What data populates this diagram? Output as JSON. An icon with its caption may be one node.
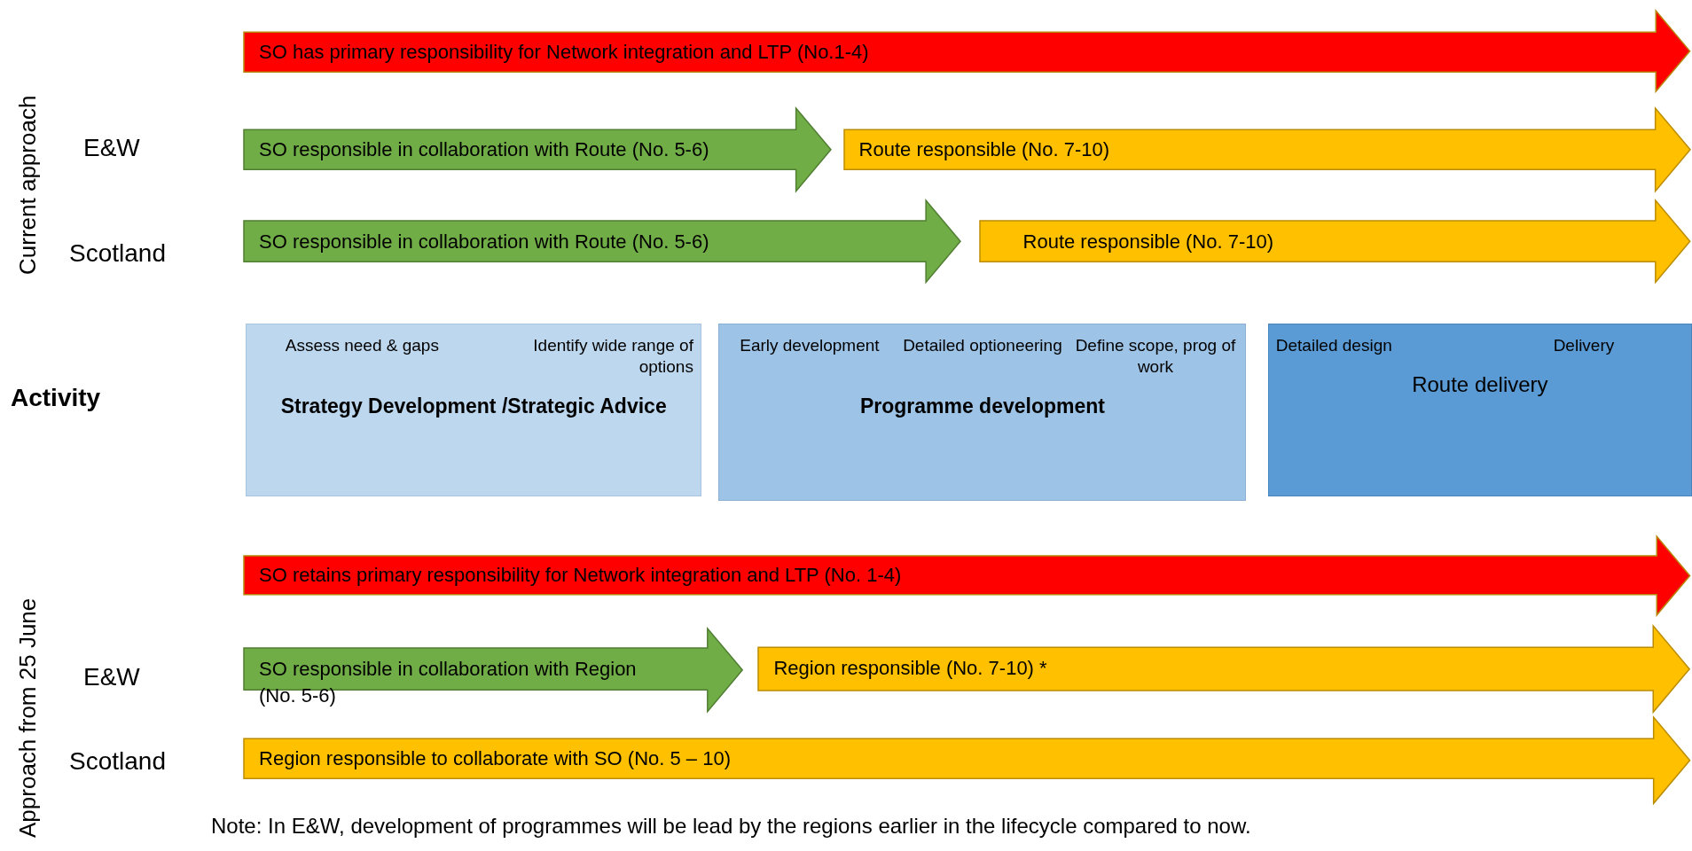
{
  "diagram": {
    "nodes": [
      {
        "text": [
          "SO has primary responsibility for Network integration and LTP (No.1-4)"
        ]
      },
      {
        "text": [
          "SO responsible in collaboration with Route (No. 5-6)"
        ]
      },
      {
        "text": [
          "Route responsible (No. 7-10)"
        ]
      },
      {
        "text": [
          "SO responsible in collaboration with Route (No. 5-6)"
        ]
      },
      {
        "text": [
          "Route responsible (No. 7-10)"
        ]
      },
      {
        "text": [
          "Assess need & gaps",
          "Identify wide range of options",
          "Strategy Development /Strategic Advice"
        ]
      },
      {
        "text": [
          "Early development",
          "Detailed optioneering",
          "Define scope, prog of work",
          "Programme development"
        ]
      },
      {
        "text": [
          "Detailed design",
          "Delivery",
          "Route delivery"
        ]
      },
      {
        "text": [
          "SO retains primary responsibility for Network integration and LTP (No. 1-4)"
        ]
      },
      {
        "text": [
          "SO responsible in collaboration with Region (No. 5-6)"
        ]
      },
      {
        "text": [
          "Region responsible (No. 7-10) *"
        ]
      },
      {
        "text": [
          "Region responsible to collaborate with SO (No. 5 – 10)"
        ]
      }
    ],
    "labels": [
      "Current approach",
      "E&W",
      "Scotland",
      "Activity",
      "Approach from 25 June",
      "E&W",
      "Scotland",
      "Note: In E&W, development of programmes will be lead by the regions earlier in the lifecycle compared to now."
    ]
  }
}
